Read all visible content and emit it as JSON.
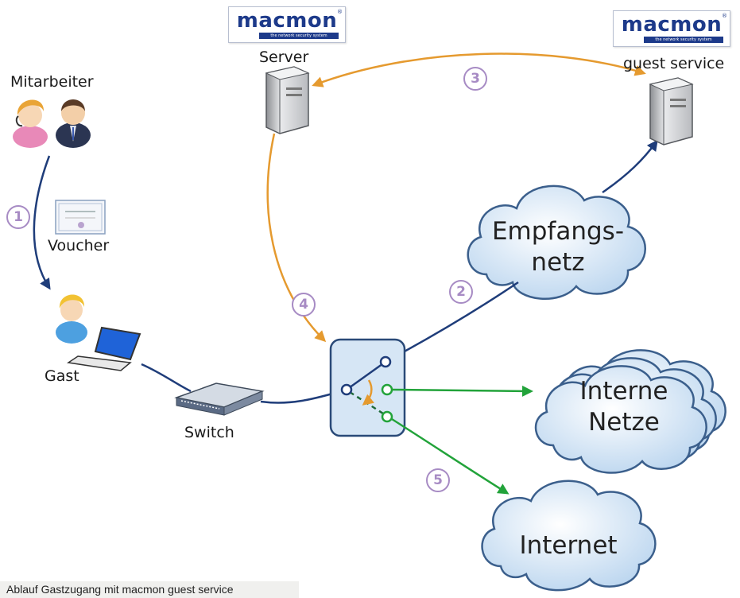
{
  "logos": {
    "server_logo_text": "macmon",
    "server_logo_tagline": "the network security system",
    "guest_logo_text": "macmon",
    "guest_logo_tagline": "the network security system",
    "brand_color": "#1d3a8a"
  },
  "labels": {
    "server": "Server",
    "guest_service": "guest service",
    "mitarbeiter": "Mitarbeiter",
    "voucher": "Voucher",
    "gast": "Gast",
    "switch": "Switch"
  },
  "clouds": {
    "empfangsnetz_line1": "Empfangs-",
    "empfangsnetz_line2": "netz",
    "interne_line1": "Interne",
    "interne_line2": "Netze",
    "internet": "Internet"
  },
  "steps": {
    "s1": "1",
    "s2": "2",
    "s3": "3",
    "s4": "4",
    "s5": "5"
  },
  "colors": {
    "blue_link": "#1f3d7a",
    "orange_link": "#e59a2f",
    "green_link": "#22a33a",
    "step_purple": "#a78bc4",
    "cloud_fill": "#cfe3f5",
    "cloud_stroke": "#3b5f8c"
  },
  "caption": "Ablauf Gastzugang mit macmon guest service"
}
